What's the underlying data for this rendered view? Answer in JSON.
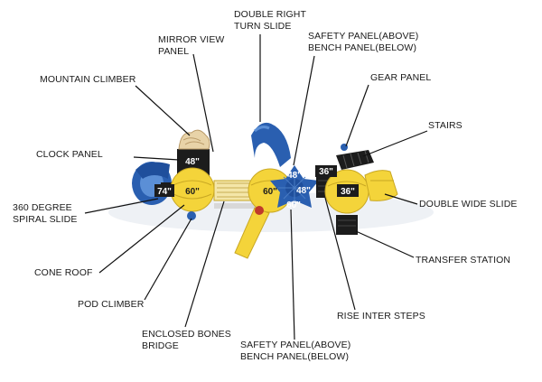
{
  "labels": {
    "double_right_turn_slide": [
      "DOUBLE RIGHT",
      "TURN SLIDE"
    ],
    "mirror_view_panel": [
      "MIRROR VIEW",
      "PANEL"
    ],
    "safety_panel_top": [
      "SAFETY PANEL(ABOVE)",
      "BENCH PANEL(BELOW)"
    ],
    "mountain_climber": "MOUNTAIN CLIMBER",
    "gear_panel": "GEAR PANEL",
    "stairs": "STAIRS",
    "clock_panel": "CLOCK PANEL",
    "spiral_slide": [
      "360 DEGREE",
      "SPIRAL SLIDE"
    ],
    "double_wide_slide": "DOUBLE WIDE SLIDE",
    "transfer_station": "TRANSFER STATION",
    "cone_roof": "CONE ROOF",
    "pod_climber": "POD CLIMBER",
    "rise_inter_steps": "RISE INTER STEPS",
    "enclosed_bones_bridge": [
      "ENCLOSED BONES",
      "BRIDGE"
    ],
    "safety_panel_bottom": [
      "SAFETY PANEL(ABOVE)",
      "BENCH PANEL(BELOW)"
    ]
  },
  "dimensions": {
    "d48_left": "48\"",
    "d74": "74\"",
    "d60_left": "60\"",
    "d60_center": "60\"",
    "d48_center_top": "48\"",
    "d48_center_right": "48\"",
    "d60_center_bottom": "60\"",
    "d36_top": "36\"",
    "d36_right": "36\""
  },
  "colors": {
    "yellow": "#f4d43a",
    "blue": "#2a5fb0",
    "dark": "#1c1c1c",
    "beige": "#e8d3a8",
    "line": "#111111"
  }
}
